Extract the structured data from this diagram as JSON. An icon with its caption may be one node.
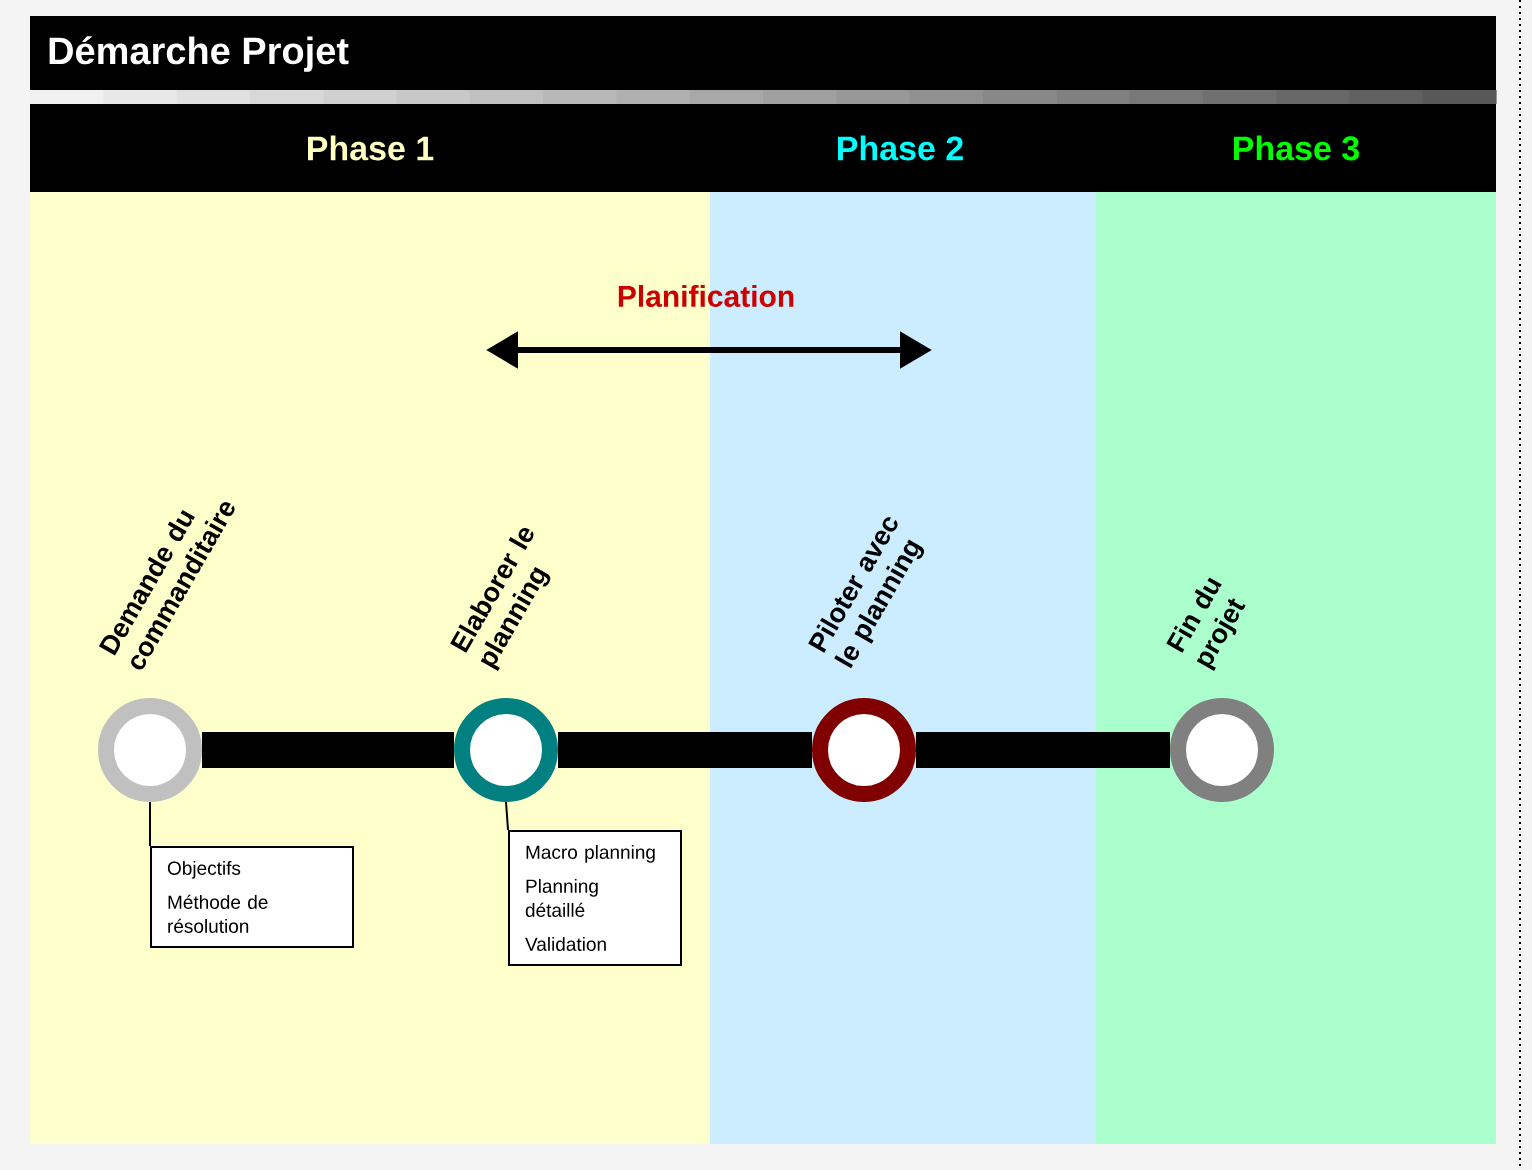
{
  "diagram": {
    "title": "Démarche Projet",
    "nodes": [
      {
        "text": [
          "Phase 1"
        ]
      },
      {
        "text": [
          "Phase 2"
        ]
      },
      {
        "text": [
          "Phase 3"
        ]
      },
      {
        "text": [
          "Demande du commanditaire"
        ],
        "in": 0
      },
      {
        "text": [
          "Elaborer le planning"
        ],
        "in": 0
      },
      {
        "text": [
          "Piloter avec le planning"
        ],
        "in": 1
      },
      {
        "text": [
          "Fin du projet"
        ],
        "in": 2
      },
      {
        "text": [
          "Objectifs",
          "Méthode de résolution"
        ],
        "in": 0
      },
      {
        "text": [
          "Macro planning",
          "Planning détaillé",
          "Validation"
        ],
        "in": 0
      }
    ],
    "edges": [
      {
        "from": 3,
        "to": 4,
        "arrow": "none"
      },
      {
        "from": 4,
        "to": 5,
        "arrow": "none"
      },
      {
        "from": 5,
        "to": 6,
        "arrow": "none"
      },
      {
        "from": 3,
        "to": 7,
        "arrow": "none"
      },
      {
        "from": 4,
        "to": 8,
        "arrow": "none"
      }
    ],
    "labels": [
      "Planification"
    ]
  }
}
